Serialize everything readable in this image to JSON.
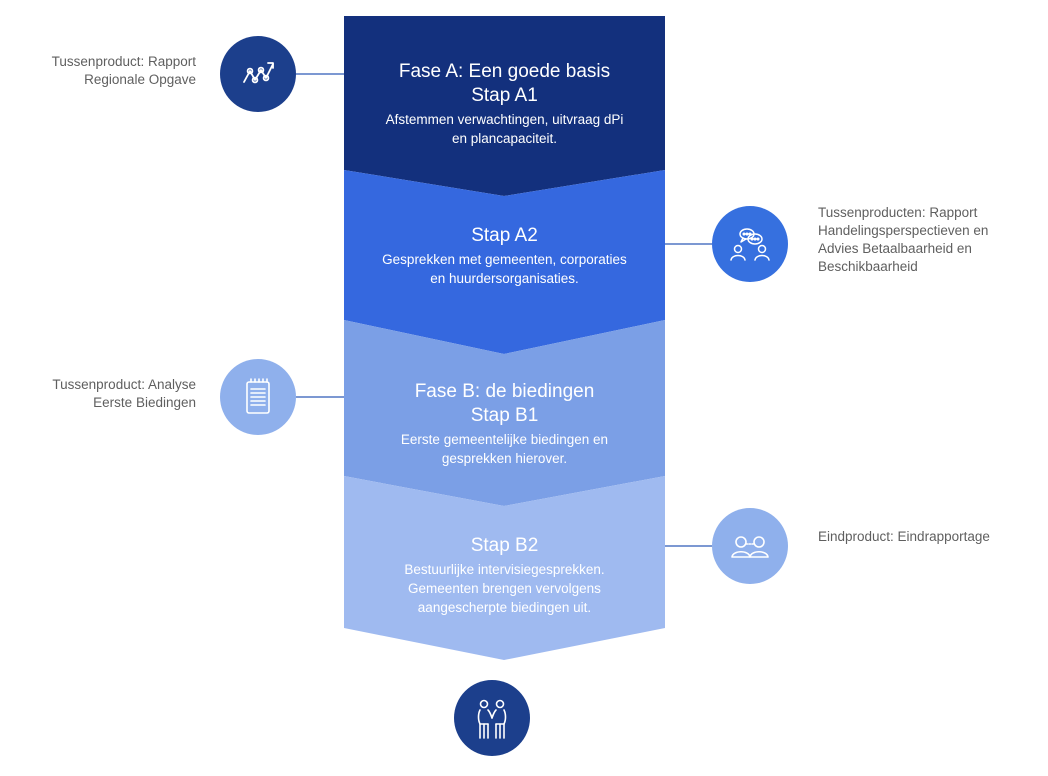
{
  "colors": {
    "phase_a1": "#13307d",
    "phase_a2": "#3568df",
    "phase_b1": "#7b9fe6",
    "phase_b2": "#9fbaf0",
    "circle_dark": "#1c3f8c",
    "circle_mid": "#3670df",
    "circle_light": "#8fb0ec",
    "connector": "#2e5bb8",
    "label_text": "#5f5f5f"
  },
  "steps": [
    {
      "phase": "Fase A: Een goede basis",
      "title": "Stap A1",
      "description": [
        "Afstemmen verwachtingen, uitvraag dPi",
        "en plancapaciteit."
      ]
    },
    {
      "phase": "",
      "title": "Stap A2",
      "description": [
        "Gesprekken met gemeenten, corporaties",
        "en huurdersorganisaties."
      ]
    },
    {
      "phase": "Fase B: de biedingen",
      "title": "Stap B1",
      "description": [
        "Eerste gemeentelijke biedingen en",
        "gesprekken hierover."
      ]
    },
    {
      "phase": "",
      "title": "Stap B2",
      "description": [
        "Bestuurlijke intervisiegesprekken.",
        "Gemeenten brengen vervolgens",
        "aangescherpte biedingen uit."
      ]
    }
  ],
  "products": [
    {
      "lines": [
        "Tussenproduct: Rapport",
        "Regionale Opgave"
      ],
      "icon": "growth-chart-icon"
    },
    {
      "lines": [
        "Tussenproducten: Rapport",
        "Handelingsperspectieven en",
        "Advies Betaalbaarheid en",
        "Beschikbaarheid"
      ],
      "icon": "conversation-icon"
    },
    {
      "lines": [
        "Tussenproduct: Analyse",
        "Eerste Biedingen"
      ],
      "icon": "document-icon"
    },
    {
      "lines": [
        "Eindproduct: Eindrapportage"
      ],
      "icon": "meeting-icon"
    }
  ],
  "final_icon": "handshake-icon"
}
